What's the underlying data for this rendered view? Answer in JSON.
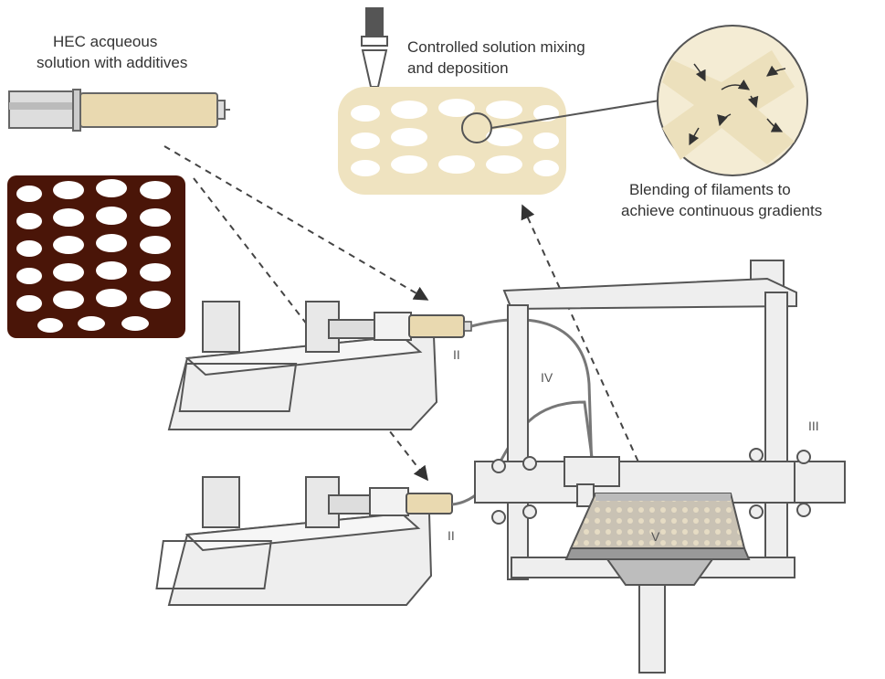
{
  "labels": {
    "hec_line1": "HEC acqueous",
    "hec_line2": "solution with additives",
    "mixing_line1": "Controlled solution mixing",
    "mixing_line2": "and deposition",
    "blend_line1": "Blending of filaments to",
    "blend_line2": "achieve continuous gradients"
  },
  "roman_numerals": {
    "pump1": "II",
    "pump2": "II",
    "tube": "IV",
    "frame": "III",
    "bed": "V"
  },
  "colors": {
    "brown_lattice": "#4a1508",
    "cream": "#efe3c0",
    "syringe_cream": "#e9d9b0",
    "device_grey": "#eeeeee",
    "outline": "#555555"
  }
}
